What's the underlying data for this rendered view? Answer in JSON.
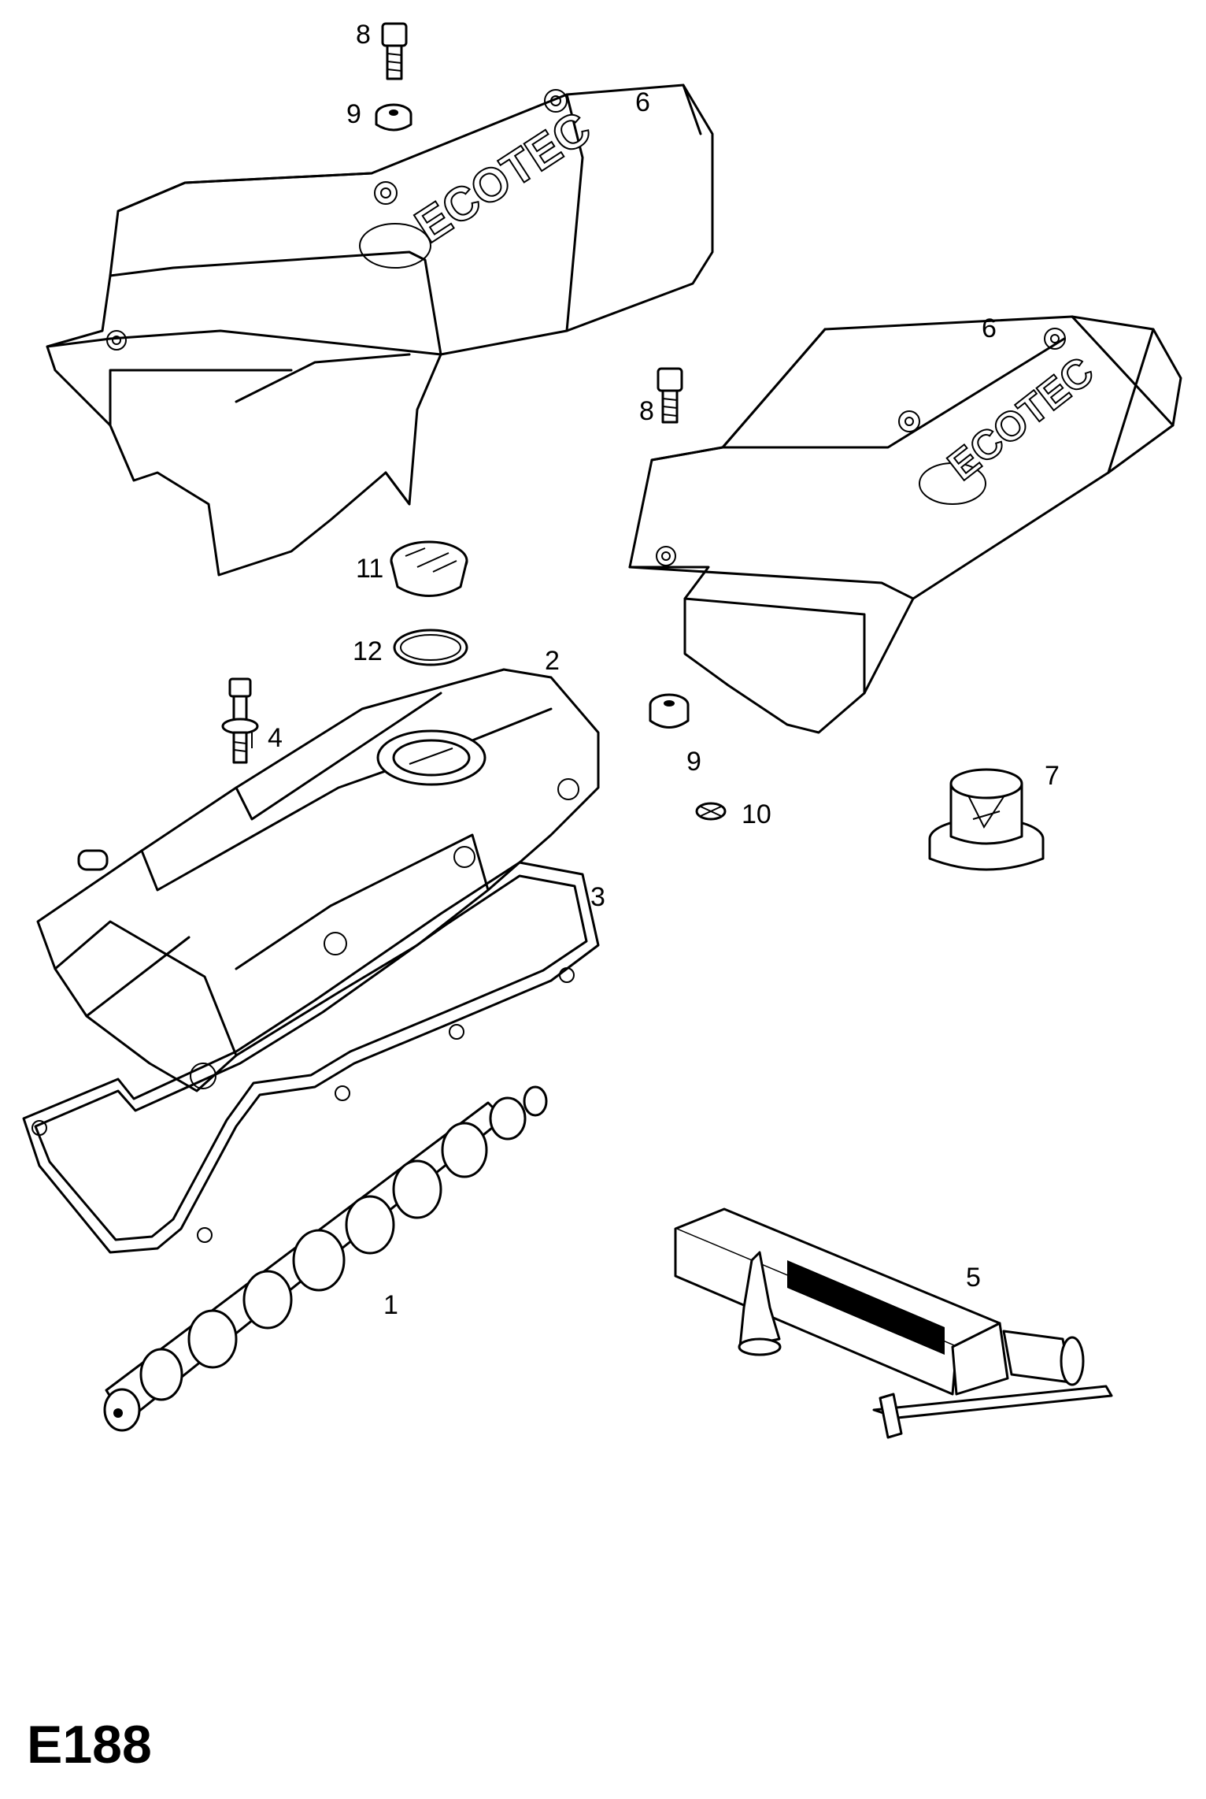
{
  "diagram_code": "E188",
  "callouts": [
    {
      "id": "1",
      "part": "camshaft"
    },
    {
      "id": "2",
      "part": "cylinder-head-cover"
    },
    {
      "id": "3",
      "part": "cover-gasket"
    },
    {
      "id": "4",
      "part": "cover-stud-bolt"
    },
    {
      "id": "5",
      "part": "sealant-tube"
    },
    {
      "id": "6",
      "part": "engine-cover-upper"
    },
    {
      "id": "6",
      "part": "engine-cover-lower"
    },
    {
      "id": "7",
      "part": "grommet"
    },
    {
      "id": "8",
      "part": "bolt-upper"
    },
    {
      "id": "8",
      "part": "bolt-lower"
    },
    {
      "id": "9",
      "part": "bush-upper"
    },
    {
      "id": "9",
      "part": "bush-lower"
    },
    {
      "id": "10",
      "part": "clip"
    },
    {
      "id": "11",
      "part": "oil-filler-cap"
    },
    {
      "id": "12",
      "part": "seal-ring"
    }
  ],
  "embossed_text": {
    "upper_cover": "ECOTEC",
    "lower_cover": "ECOTEC"
  },
  "colors": {
    "line": "#000000",
    "background": "#ffffff"
  }
}
